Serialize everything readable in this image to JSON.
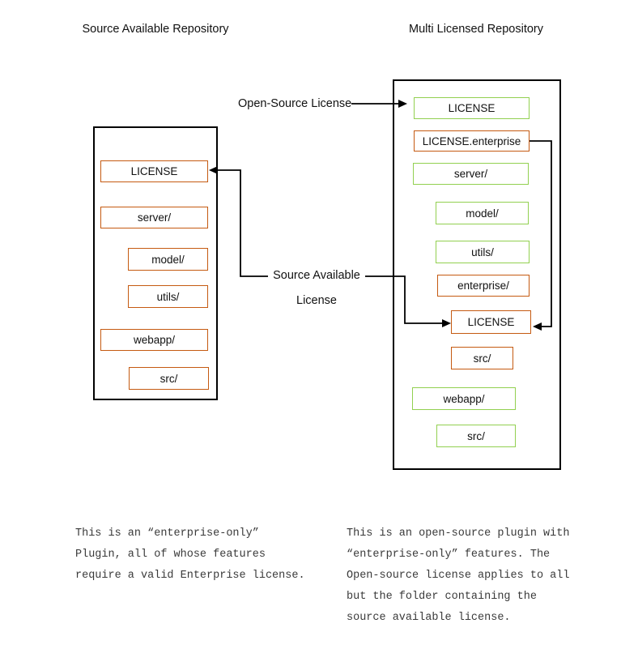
{
  "left_repo": {
    "title": "Source Available Repository",
    "items": [
      {
        "label": "LICENSE"
      },
      {
        "label": "server/"
      },
      {
        "label": "model/"
      },
      {
        "label": "utils/"
      },
      {
        "label": "webapp/"
      },
      {
        "label": "src/"
      }
    ]
  },
  "right_repo": {
    "title": "Multi Licensed Repository",
    "items": [
      {
        "label": "LICENSE"
      },
      {
        "label": "LICENSE.enterprise"
      },
      {
        "label": "server/"
      },
      {
        "label": "model/"
      },
      {
        "label": "utils/"
      },
      {
        "label": "enterprise/"
      },
      {
        "label": "LICENSE"
      },
      {
        "label": "src/"
      },
      {
        "label": "webapp/"
      },
      {
        "label": "src/"
      }
    ]
  },
  "connector_labels": {
    "open_source": "Open-Source License",
    "source_available_line1": "Source Available",
    "source_available_line2": "License"
  },
  "captions": {
    "left": [
      "This is an “enterprise-only”",
      "Plugin, all of whose features",
      "require a valid Enterprise license."
    ],
    "right": [
      "This is an open-source plugin with",
      "“enterprise-only” features. The",
      "Open-source license applies to all",
      "but the folder containing the",
      "source available license."
    ]
  },
  "colors": {
    "orange": "#C55A11",
    "green": "#92D050",
    "line": "#000000"
  }
}
